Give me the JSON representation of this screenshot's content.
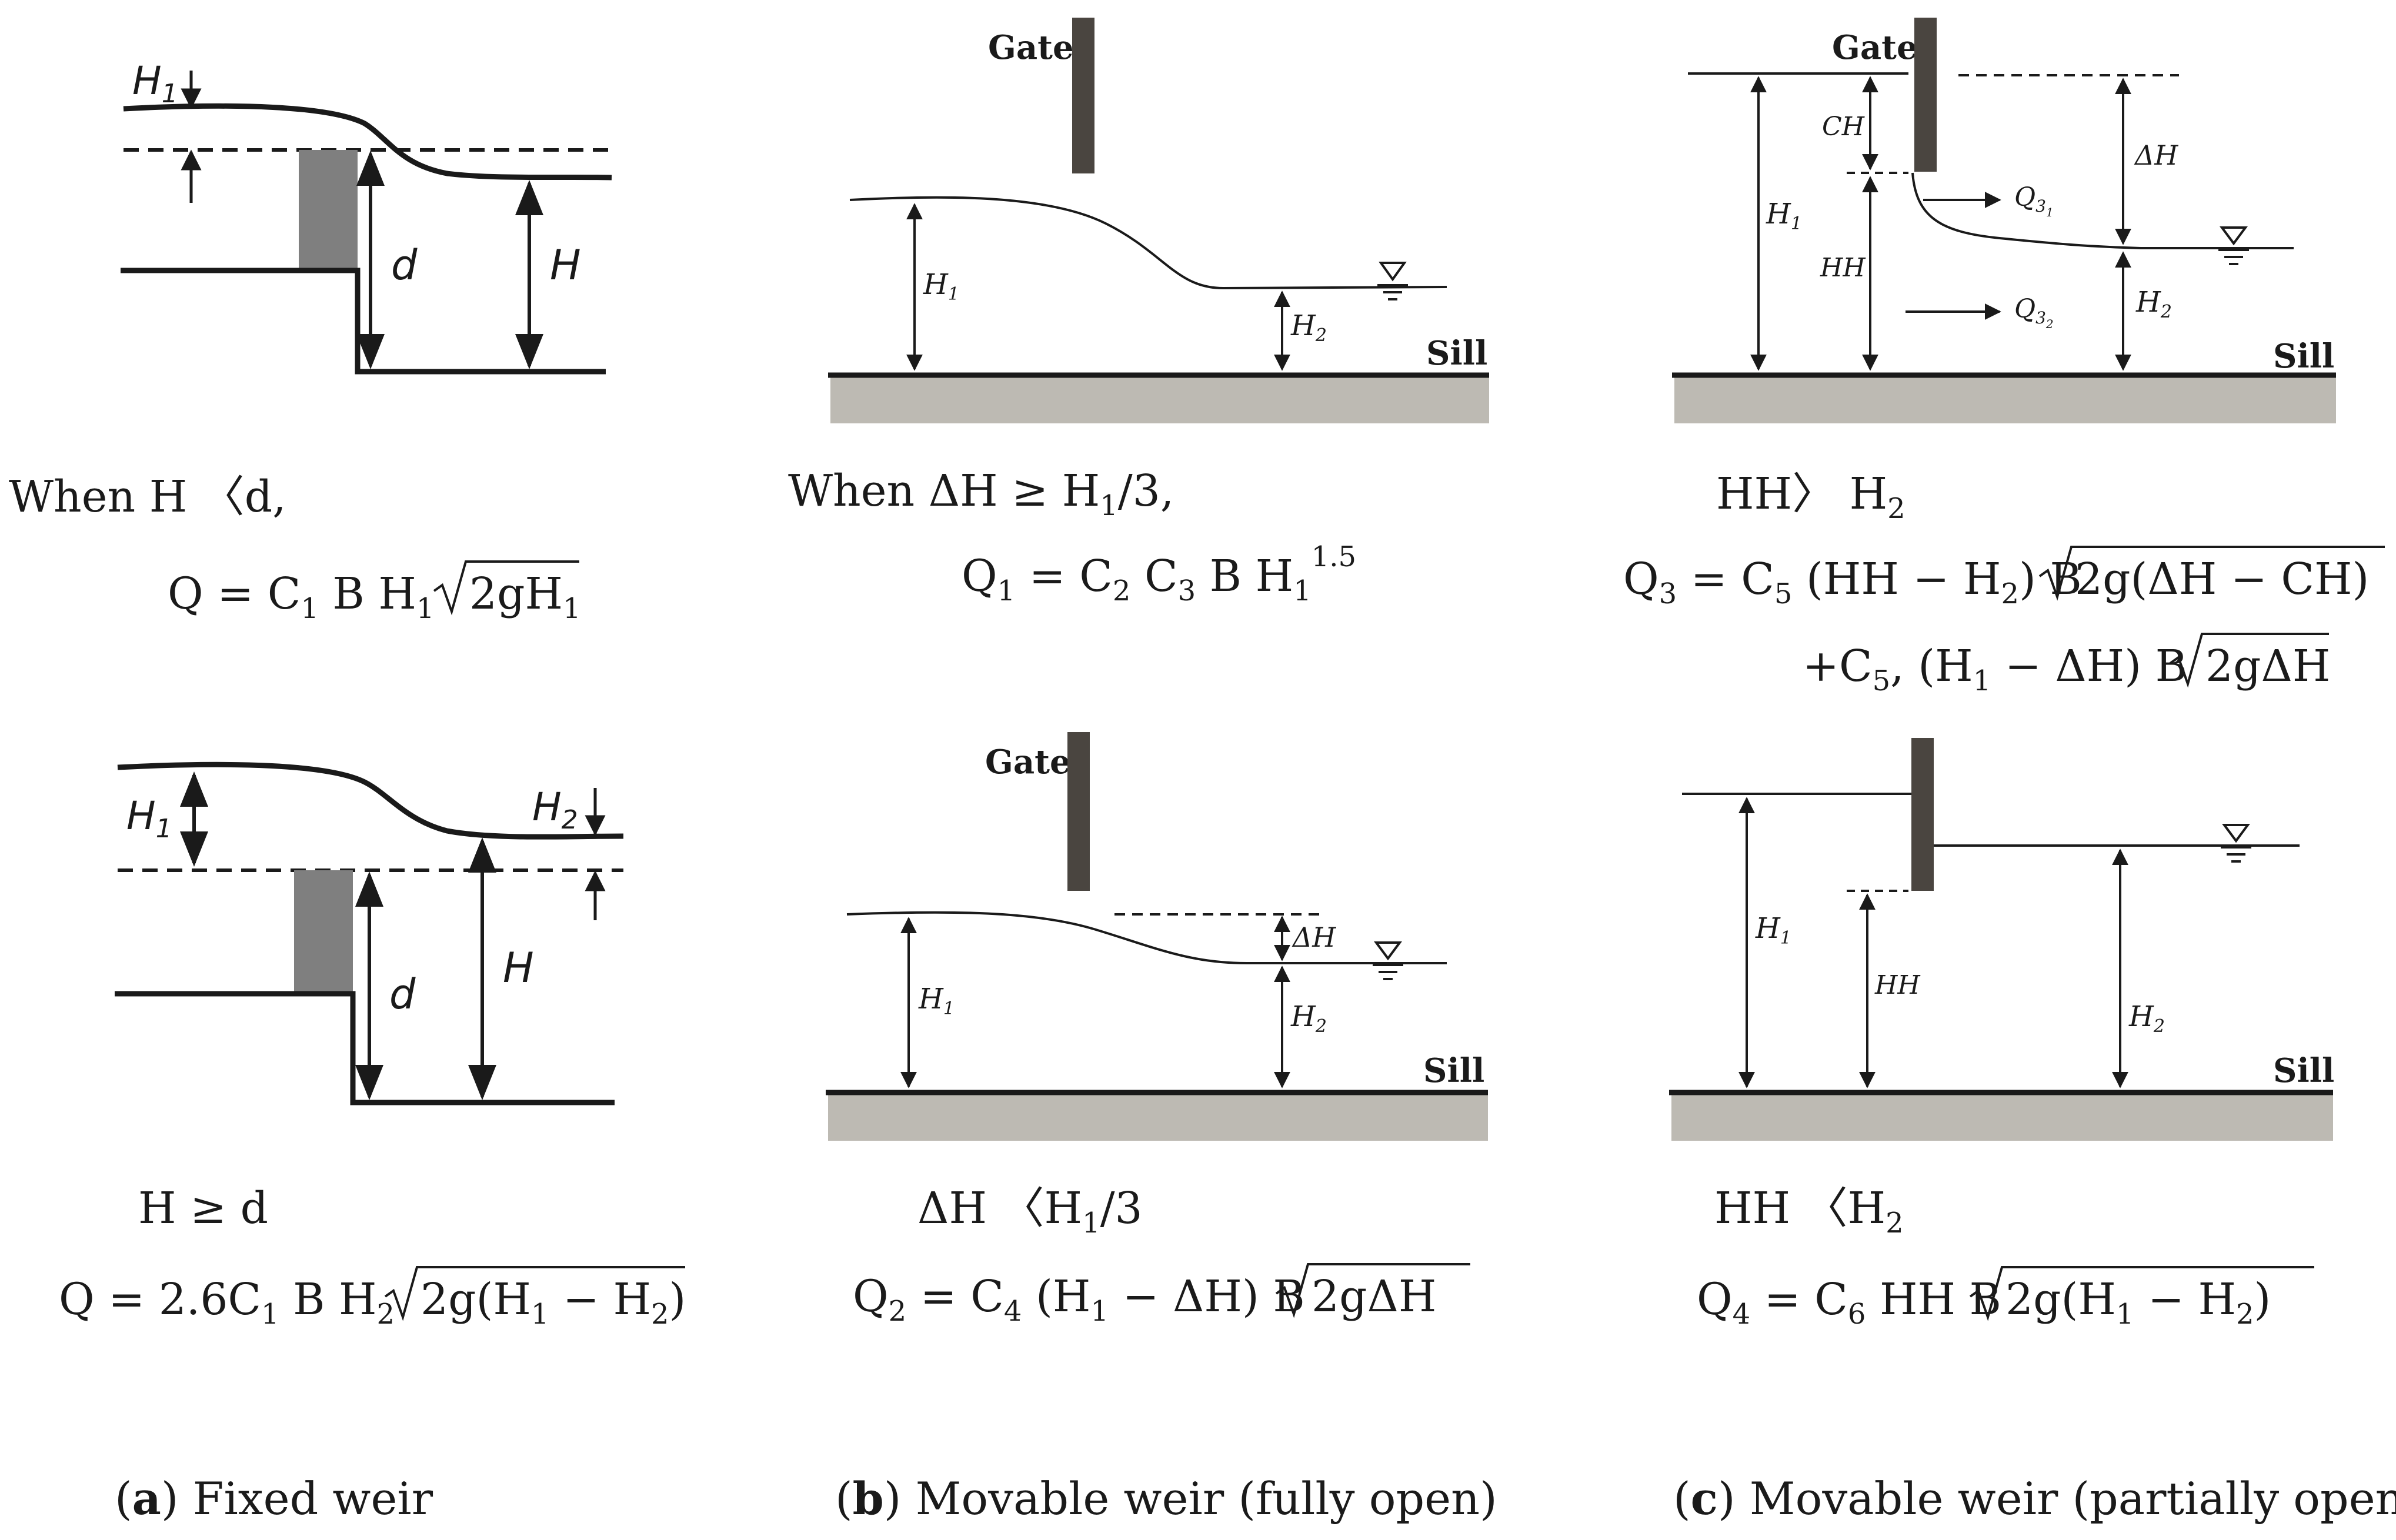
{
  "colors": {
    "ink": "#1a1a1a",
    "weir_block": "#7f7f7f",
    "gate": "#4a4540",
    "ground": "#bdbab3"
  },
  "panels": [
    {
      "id": "a",
      "caption_letter": "a",
      "caption_text": "Fixed weir",
      "top": {
        "labels": {
          "h1": "H",
          "h1_sub": "1",
          "d": "d",
          "h": "H"
        },
        "condition": "When H 〈d,",
        "formula": {
          "lhs": "Q = C",
          "c_sub": "1",
          "mid": " B H",
          "h_sub": "1",
          "rad": "2gH",
          "rad_sub": "1"
        }
      },
      "bottom": {
        "labels": {
          "h1": "H",
          "h1_sub": "1",
          "h2": "H",
          "h2_sub": "2",
          "d": "d",
          "h": "H"
        },
        "condition": "H ≥ d",
        "formula": {
          "lhs": "Q = 2.6C",
          "c_sub": "1",
          "mid": " B H",
          "h_sub": "2",
          "rad": "2g(H",
          "rad_sub1": "1",
          "rad_mid": " − H",
          "rad_sub2": "2",
          "rad_end": ")"
        }
      }
    },
    {
      "id": "b",
      "caption_letter": "b",
      "caption_text": "Movable weir (fully open)",
      "top": {
        "labels": {
          "gate": "Gate",
          "h1": "H",
          "h1_sub": "1",
          "h2": "H",
          "h2_sub": "2",
          "sill": "Sill"
        },
        "condition": {
          "pre": "When ΔH ≥ H",
          "sub": "1",
          "post": "/3,"
        },
        "formula": {
          "lhs": "Q",
          "lhs_sub": "1",
          "eq": " = C",
          "c2": "2",
          "mid": " C",
          "c3": "3",
          "mid2": " B H",
          "h_sub": "1",
          "sup": "1.5"
        }
      },
      "bottom": {
        "labels": {
          "gate": "Gate",
          "dh": "ΔH",
          "h1": "H",
          "h1_sub": "1",
          "h2": "H",
          "h2_sub": "2",
          "sill": "Sill"
        },
        "condition": {
          "pre": "ΔH 〈H",
          "sub": "1",
          "post": "/3"
        },
        "formula": {
          "lhs": "Q",
          "lhs_sub": "2",
          "eq": " = C",
          "c_sub": "4",
          "mid": " (H",
          "h_sub": "1",
          "mid2": " − ΔH) B ",
          "rad": "2gΔH"
        }
      }
    },
    {
      "id": "c",
      "caption_letter": "c",
      "caption_text": "Movable weir (partially open)",
      "top": {
        "labels": {
          "gate": "Gate",
          "ch": "CH",
          "dh": "ΔH",
          "h1": "H",
          "h1_sub": "1",
          "hh": "HH",
          "q31": "Q",
          "q31_sub": "3",
          "q31_subsub": "1",
          "q32": "Q",
          "q32_sub": "3",
          "q32_subsub": "2",
          "h2": "H",
          "h2_sub": "2",
          "sill": "Sill"
        },
        "condition": {
          "pre": "HH〉 H",
          "sub": "2"
        },
        "formula_line1": {
          "lhs": "Q",
          "lhs_sub": "3",
          "eq": " = C",
          "c_sub": "5",
          "mid": " (HH − H",
          "h_sub": "2",
          "mid2": ") B ",
          "rad": "2g(ΔH − CH)"
        },
        "formula_line2": {
          "pre": "+C",
          "c_sub": "5",
          "mid": ", (H",
          "h_sub": "1",
          "mid2": " − ΔH) B ",
          "rad": "2gΔH"
        }
      },
      "bottom": {
        "labels": {
          "h1": "H",
          "h1_sub": "1",
          "hh": "HH",
          "h2": "H",
          "h2_sub": "2",
          "sill": "Sill"
        },
        "condition": {
          "pre": "HH 〈H",
          "sub": "2"
        },
        "formula": {
          "lhs": "Q",
          "lhs_sub": "4",
          "eq": " = C",
          "c_sub": "6",
          "mid": " HH B ",
          "rad": "2g(H",
          "rad_sub1": "1",
          "rad_mid": " − H",
          "rad_sub2": "2",
          "rad_end": ")"
        }
      }
    }
  ]
}
